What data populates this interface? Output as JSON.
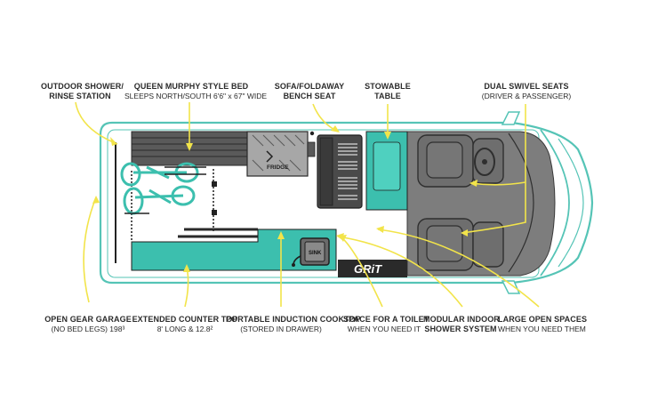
{
  "labels": {
    "outdoor_shower": {
      "line1": "OUTDOOR SHOWER/",
      "line2": "RINSE STATION"
    },
    "murphy_bed": {
      "line1": "QUEEN MURPHY STYLE BED",
      "line2": "SLEEPS NORTH/SOUTH 6'6\" x 67\" WIDE"
    },
    "sofa": {
      "line1": "SOFA/FOLDAWAY",
      "line2": "BENCH SEAT"
    },
    "table": {
      "line1": "STOWABLE",
      "line2": "TABLE"
    },
    "swivel_seats": {
      "line1": "DUAL SWIVEL SEATS",
      "line2": "(DRIVER & PASSENGER)"
    },
    "gear_garage": {
      "line1": "OPEN GEAR GARAGE",
      "line2": "(NO BED LEGS) 198³"
    },
    "counter_top": {
      "line1": "EXTENDED COUNTER TOP",
      "line2": "8' LONG & 12.8²"
    },
    "cooktop": {
      "line1": "PORTABLE INDUCTION COOKTOP",
      "line2": "(STORED IN DRAWER)"
    },
    "toilet": {
      "line1": "SPACE FOR A TOILET",
      "line2": "WHEN YOU NEED IT"
    },
    "shower": {
      "line1": "MODULAR INDOOR",
      "line2": "SHOWER SYSTEM"
    },
    "open_spaces": {
      "line1": "LARGE OPEN SPACES",
      "line2": "WHEN YOU NEED THEM"
    }
  },
  "van": {
    "fridge_label": "FRIDGE",
    "sink_label": "SINK",
    "brand_logo": "GRiT"
  },
  "colors": {
    "teal": "#3cbfae",
    "outline": "#55c4b6",
    "dark": "#3a3a3a",
    "grey": "#8a8a8a",
    "leader": "#f2e44a"
  }
}
